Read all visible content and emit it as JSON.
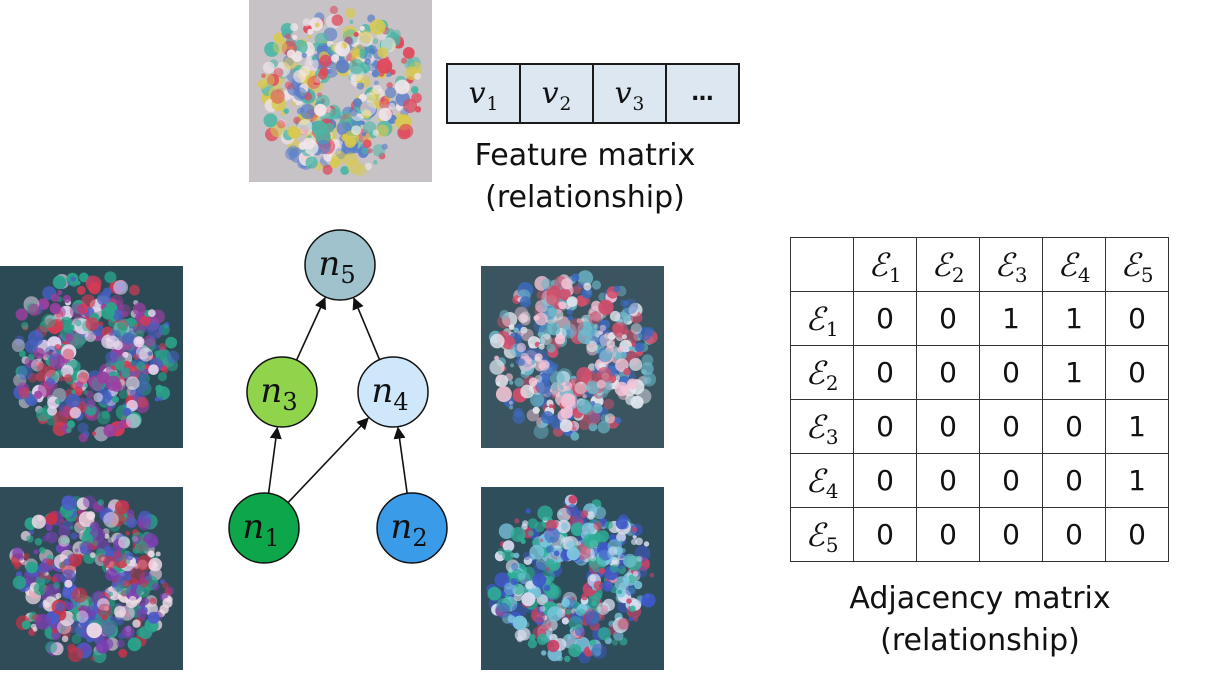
{
  "feature_matrix": {
    "cells": [
      {
        "base": "v",
        "sub": "1"
      },
      {
        "base": "v",
        "sub": "2"
      },
      {
        "base": "v",
        "sub": "3"
      },
      {
        "base": "…",
        "sub": ""
      }
    ],
    "caption_line1": "Feature matrix",
    "caption_line2": "(relationship)"
  },
  "graph": {
    "nodes": [
      {
        "id": "n1",
        "base": "n",
        "sub": "1",
        "color": "#0ea64a"
      },
      {
        "id": "n2",
        "base": "n",
        "sub": "2",
        "color": "#3a9be8"
      },
      {
        "id": "n3",
        "base": "n",
        "sub": "3",
        "color": "#8fd44a"
      },
      {
        "id": "n4",
        "base": "n",
        "sub": "4",
        "color": "#cfe7fb"
      },
      {
        "id": "n5",
        "base": "n",
        "sub": "5",
        "color": "#9fc2cc"
      }
    ],
    "edges": [
      {
        "from": "n1",
        "to": "n3"
      },
      {
        "from": "n1",
        "to": "n4"
      },
      {
        "from": "n2",
        "to": "n4"
      },
      {
        "from": "n3",
        "to": "n5"
      },
      {
        "from": "n4",
        "to": "n5"
      }
    ]
  },
  "adjacency_matrix": {
    "header": [
      {
        "base": "ℰ",
        "sub": "1"
      },
      {
        "base": "ℰ",
        "sub": "2"
      },
      {
        "base": "ℰ",
        "sub": "3"
      },
      {
        "base": "ℰ",
        "sub": "4"
      },
      {
        "base": "ℰ",
        "sub": "5"
      }
    ],
    "rows": [
      {
        "label": {
          "base": "ℰ",
          "sub": "1"
        },
        "values": [
          "0",
          "0",
          "1",
          "1",
          "0"
        ]
      },
      {
        "label": {
          "base": "ℰ",
          "sub": "2"
        },
        "values": [
          "0",
          "0",
          "0",
          "1",
          "0"
        ]
      },
      {
        "label": {
          "base": "ℰ",
          "sub": "3"
        },
        "values": [
          "0",
          "0",
          "0",
          "0",
          "1"
        ]
      },
      {
        "label": {
          "base": "ℰ",
          "sub": "4"
        },
        "values": [
          "0",
          "0",
          "0",
          "0",
          "1"
        ]
      },
      {
        "label": {
          "base": "ℰ",
          "sub": "5"
        },
        "values": [
          "0",
          "0",
          "0",
          "0",
          "0"
        ]
      }
    ],
    "caption_line1": "Adjacency matrix",
    "caption_line2": "(relationship)"
  },
  "images": [
    {
      "name": "virus-image-top",
      "palette": [
        "#e0485a",
        "#5a7ec8",
        "#d8c94e",
        "#49b7a6",
        "#f2e6ea"
      ],
      "bg": "#c7c2c6"
    },
    {
      "name": "virus-image-left-upper",
      "palette": [
        "#d83a55",
        "#4760c4",
        "#e8d8f0",
        "#2aa58b",
        "#9b3fa0"
      ],
      "bg": "#2c4a55"
    },
    {
      "name": "virus-image-left-lower",
      "palette": [
        "#c93347",
        "#4d5bc9",
        "#efd9e6",
        "#2aa58b",
        "#7a3fb0"
      ],
      "bg": "#2f4c58"
    },
    {
      "name": "virus-image-right-upper",
      "palette": [
        "#e4e8ee",
        "#6fb7c9",
        "#d04f6b",
        "#3d6ac0",
        "#f3c3d6"
      ],
      "bg": "#3a5560"
    },
    {
      "name": "virus-image-right-lower",
      "palette": [
        "#3e59c8",
        "#2fae97",
        "#d9dff0",
        "#c84469",
        "#7cc7e0"
      ],
      "bg": "#2f4e5c"
    }
  ]
}
